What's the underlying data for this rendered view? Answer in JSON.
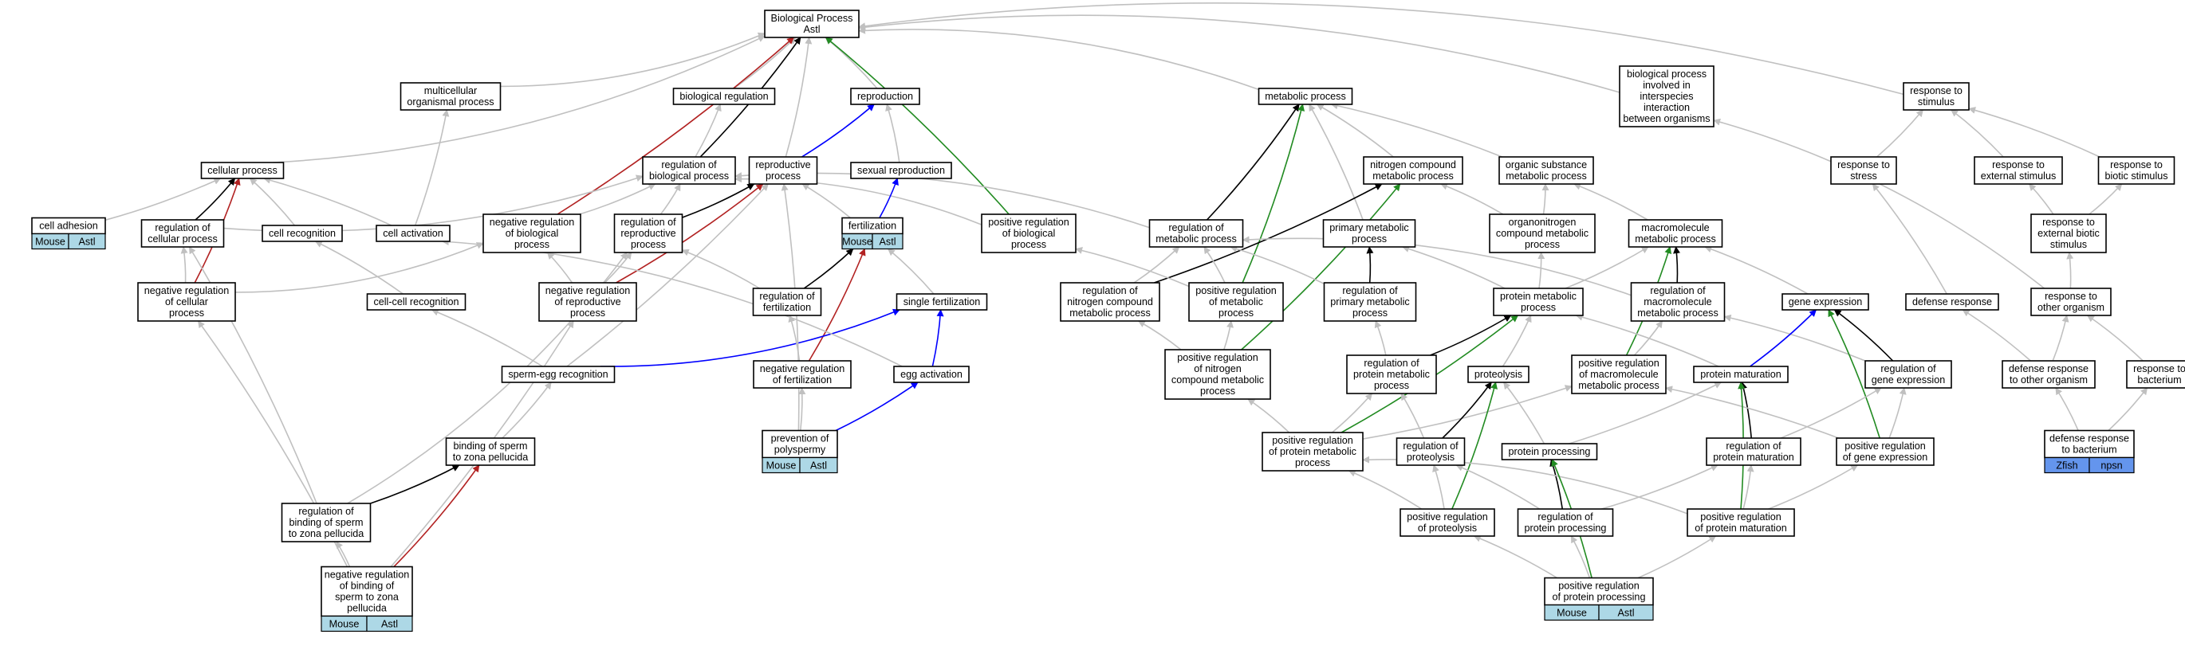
{
  "colors": {
    "gray": "#c0c0c0",
    "black": "#000000",
    "red": "#b22222",
    "green": "#228b22",
    "blue": "#0000ff",
    "chip_light": "#add8e6",
    "chip_dark": "#6495ed"
  },
  "nodes": [
    {
      "id": "bp",
      "lines": [
        "Biological Process",
        "Astl"
      ]
    },
    {
      "id": "multicellular",
      "lines": [
        "multicellular",
        "organismal process"
      ]
    },
    {
      "id": "bioreg",
      "lines": [
        "biological regulation"
      ]
    },
    {
      "id": "reproduction",
      "lines": [
        "reproduction"
      ]
    },
    {
      "id": "metabolic",
      "lines": [
        "metabolic process"
      ]
    },
    {
      "id": "interspecies",
      "lines": [
        "biological process",
        "involved in",
        "interspecies",
        "interaction",
        "between organisms"
      ]
    },
    {
      "id": "respstim",
      "lines": [
        "response to",
        "stimulus"
      ]
    },
    {
      "id": "cellular",
      "lines": [
        "cellular process"
      ]
    },
    {
      "id": "regbio",
      "lines": [
        "regulation of",
        "biological process"
      ]
    },
    {
      "id": "reproductive",
      "lines": [
        "reproductive",
        "process"
      ]
    },
    {
      "id": "sexual",
      "lines": [
        "sexual reproduction"
      ]
    },
    {
      "id": "nitrogen",
      "lines": [
        "nitrogen compound",
        "metabolic process"
      ]
    },
    {
      "id": "organic",
      "lines": [
        "organic substance",
        "metabolic process"
      ]
    },
    {
      "id": "respstress",
      "lines": [
        "response to",
        "stress"
      ]
    },
    {
      "id": "respext",
      "lines": [
        "response to",
        "external stimulus"
      ]
    },
    {
      "id": "respbiotic",
      "lines": [
        "response to",
        "biotic stimulus"
      ]
    },
    {
      "id": "celladhesion",
      "lines": [
        "cell adhesion"
      ],
      "chips": [
        "Mouse",
        "Astl"
      ]
    },
    {
      "id": "regcell",
      "lines": [
        "regulation of",
        "cellular process"
      ]
    },
    {
      "id": "cellrecog",
      "lines": [
        "cell recognition"
      ]
    },
    {
      "id": "cellact",
      "lines": [
        "cell activation"
      ]
    },
    {
      "id": "negregbio",
      "lines": [
        "negative regulation",
        "of biological",
        "process"
      ]
    },
    {
      "id": "regrepro",
      "lines": [
        "regulation of",
        "reproductive",
        "process"
      ]
    },
    {
      "id": "fertilization",
      "lines": [
        "fertilization"
      ],
      "chips": [
        "Mouse",
        "Astl"
      ]
    },
    {
      "id": "posregbio",
      "lines": [
        "positive regulation",
        "of biological",
        "process"
      ]
    },
    {
      "id": "regmeta",
      "lines": [
        "regulation of",
        "metabolic process"
      ]
    },
    {
      "id": "primary",
      "lines": [
        "primary metabolic",
        "process"
      ]
    },
    {
      "id": "organonitro",
      "lines": [
        "organonitrogen",
        "compound metabolic",
        "process"
      ]
    },
    {
      "id": "macro",
      "lines": [
        "macromolecule",
        "metabolic process"
      ]
    },
    {
      "id": "respextbiotic",
      "lines": [
        "response to",
        "external biotic",
        "stimulus"
      ]
    },
    {
      "id": "negregcell",
      "lines": [
        "negative regulation",
        "of cellular",
        "process"
      ]
    },
    {
      "id": "cellcell",
      "lines": [
        "cell-cell recognition"
      ]
    },
    {
      "id": "negregrepro",
      "lines": [
        "negative regulation",
        "of reproductive",
        "process"
      ]
    },
    {
      "id": "regfert",
      "lines": [
        "regulation of",
        "fertilization"
      ]
    },
    {
      "id": "singlefert",
      "lines": [
        "single fertilization"
      ]
    },
    {
      "id": "regnitro",
      "lines": [
        "regulation of",
        "nitrogen compound",
        "metabolic process"
      ]
    },
    {
      "id": "posregmeta",
      "lines": [
        "positive regulation",
        "of metabolic",
        "process"
      ]
    },
    {
      "id": "regprimary",
      "lines": [
        "regulation of",
        "primary metabolic",
        "process"
      ]
    },
    {
      "id": "proteinmeta",
      "lines": [
        "protein metabolic",
        "process"
      ]
    },
    {
      "id": "regmacro",
      "lines": [
        "regulation of",
        "macromolecule",
        "metabolic process"
      ]
    },
    {
      "id": "geneexpr",
      "lines": [
        "gene expression"
      ]
    },
    {
      "id": "defense",
      "lines": [
        "defense response"
      ]
    },
    {
      "id": "respother",
      "lines": [
        "response to",
        "other organism"
      ]
    },
    {
      "id": "spermegg",
      "lines": [
        "sperm-egg recognition"
      ]
    },
    {
      "id": "negregfert",
      "lines": [
        "negative regulation",
        "of fertilization"
      ]
    },
    {
      "id": "eggact",
      "lines": [
        "egg activation"
      ]
    },
    {
      "id": "posregnitro",
      "lines": [
        "positive regulation",
        "of nitrogen",
        "compound metabolic",
        "process"
      ]
    },
    {
      "id": "regprotmeta",
      "lines": [
        "regulation of",
        "protein metabolic",
        "process"
      ]
    },
    {
      "id": "proteolysis",
      "lines": [
        "proteolysis"
      ]
    },
    {
      "id": "posregmacro",
      "lines": [
        "positive regulation",
        "of macromolecule",
        "metabolic process"
      ]
    },
    {
      "id": "protmat",
      "lines": [
        "protein maturation"
      ]
    },
    {
      "id": "reggene",
      "lines": [
        "regulation of",
        "gene expression"
      ]
    },
    {
      "id": "defother",
      "lines": [
        "defense response",
        "to other organism"
      ]
    },
    {
      "id": "respbact",
      "lines": [
        "response to",
        "bacterium"
      ]
    },
    {
      "id": "bindingsperm",
      "lines": [
        "binding of sperm",
        "to zona pellucida"
      ]
    },
    {
      "id": "prevpoly",
      "lines": [
        "prevention of",
        "polyspermy"
      ],
      "chips": [
        "Mouse",
        "Astl"
      ]
    },
    {
      "id": "posregprotmeta",
      "lines": [
        "positive regulation",
        "of protein metabolic",
        "process"
      ]
    },
    {
      "id": "regproteolysis",
      "lines": [
        "regulation of",
        "proteolysis"
      ]
    },
    {
      "id": "protproc",
      "lines": [
        "protein processing"
      ]
    },
    {
      "id": "regprotmat",
      "lines": [
        "regulation of",
        "protein maturation"
      ]
    },
    {
      "id": "posreggene",
      "lines": [
        "positive regulation",
        "of gene expression"
      ]
    },
    {
      "id": "defbact",
      "lines": [
        "defense response",
        "to bacterium"
      ],
      "chips": [
        "Zfish",
        "npsn"
      ],
      "chip_color": "dark"
    },
    {
      "id": "regbinding",
      "lines": [
        "regulation of",
        "binding of sperm",
        "to zona pellucida"
      ]
    },
    {
      "id": "posregproteolysis",
      "lines": [
        "positive regulation",
        "of proteolysis"
      ]
    },
    {
      "id": "regprotproc",
      "lines": [
        "regulation of",
        "protein processing"
      ]
    },
    {
      "id": "posregprotmat",
      "lines": [
        "positive regulation",
        "of protein maturation"
      ]
    },
    {
      "id": "negregbinding",
      "lines": [
        "negative regulation",
        "of binding of",
        "sperm to zona",
        "pellucida"
      ],
      "chips": [
        "Mouse",
        "Astl"
      ]
    },
    {
      "id": "posregprotproc",
      "lines": [
        "positive regulation",
        "of protein processing"
      ],
      "chips": [
        "Mouse",
        "Astl"
      ]
    }
  ],
  "edges": [
    {
      "from": "multicellular",
      "to": "bp",
      "color": "gray"
    },
    {
      "from": "bioreg",
      "to": "bp",
      "color": "gray"
    },
    {
      "from": "reproduction",
      "to": "bp",
      "color": "gray"
    },
    {
      "from": "metabolic",
      "to": "bp",
      "color": "gray"
    },
    {
      "from": "interspecies",
      "to": "bp",
      "color": "gray"
    },
    {
      "from": "respstim",
      "to": "bp",
      "color": "gray"
    },
    {
      "from": "cellular",
      "to": "bp",
      "color": "gray"
    },
    {
      "from": "regbio",
      "to": "bp",
      "color": "black"
    },
    {
      "from": "reproductive",
      "to": "bp",
      "color": "gray"
    },
    {
      "from": "negregbio",
      "to": "bp",
      "color": "red"
    },
    {
      "from": "posregbio",
      "to": "bp",
      "color": "green"
    },
    {
      "from": "regbio",
      "to": "bioreg",
      "color": "gray"
    },
    {
      "from": "sexual",
      "to": "reproduction",
      "color": "gray"
    },
    {
      "from": "reproductive",
      "to": "reproduction",
      "color": "blue"
    },
    {
      "from": "nitrogen",
      "to": "metabolic",
      "color": "gray"
    },
    {
      "from": "organic",
      "to": "metabolic",
      "color": "gray"
    },
    {
      "from": "primary",
      "to": "metabolic",
      "color": "gray"
    },
    {
      "from": "regmeta",
      "to": "metabolic",
      "color": "black"
    },
    {
      "from": "posregmeta",
      "to": "metabolic",
      "color": "green"
    },
    {
      "from": "respstress",
      "to": "respstim",
      "color": "gray"
    },
    {
      "from": "respext",
      "to": "respstim",
      "color": "gray"
    },
    {
      "from": "respbiotic",
      "to": "respstim",
      "color": "gray"
    },
    {
      "from": "respother",
      "to": "interspecies",
      "color": "gray"
    },
    {
      "from": "celladhesion",
      "to": "cellular",
      "color": "gray"
    },
    {
      "from": "regcell",
      "to": "cellular",
      "color": "black"
    },
    {
      "from": "cellrecog",
      "to": "cellular",
      "color": "gray"
    },
    {
      "from": "cellact",
      "to": "cellular",
      "color": "gray"
    },
    {
      "from": "negregcell",
      "to": "cellular",
      "color": "red"
    },
    {
      "from": "cellact",
      "to": "multicellular",
      "color": "gray"
    },
    {
      "from": "regcell",
      "to": "regbio",
      "color": "gray"
    },
    {
      "from": "negregbio",
      "to": "regbio",
      "color": "gray"
    },
    {
      "from": "regrepro",
      "to": "regbio",
      "color": "gray"
    },
    {
      "from": "posregbio",
      "to": "regbio",
      "color": "gray"
    },
    {
      "from": "regmeta",
      "to": "regbio",
      "color": "gray"
    },
    {
      "from": "regrepro",
      "to": "reproductive",
      "color": "black"
    },
    {
      "from": "fertilization",
      "to": "reproductive",
      "color": "gray"
    },
    {
      "from": "negregrepro",
      "to": "reproductive",
      "color": "red"
    },
    {
      "from": "spermegg",
      "to": "reproductive",
      "color": "gray"
    },
    {
      "from": "fertilization",
      "to": "sexual",
      "color": "blue"
    },
    {
      "from": "regfert",
      "to": "fertilization",
      "color": "black"
    },
    {
      "from": "negregfert",
      "to": "fertilization",
      "color": "red"
    },
    {
      "from": "singlefert",
      "to": "fertilization",
      "color": "gray"
    },
    {
      "from": "regnitro",
      "to": "nitrogen",
      "color": "black"
    },
    {
      "from": "organonitro",
      "to": "nitrogen",
      "color": "gray"
    },
    {
      "from": "posregnitro",
      "to": "nitrogen",
      "color": "green"
    },
    {
      "from": "organonitro",
      "to": "organic",
      "color": "gray"
    },
    {
      "from": "macro",
      "to": "organic",
      "color": "gray"
    },
    {
      "from": "defense",
      "to": "respstress",
      "color": "gray"
    },
    {
      "from": "respextbiotic",
      "to": "respext",
      "color": "gray"
    },
    {
      "from": "respextbiotic",
      "to": "respbiotic",
      "color": "gray"
    },
    {
      "from": "respother",
      "to": "respextbiotic",
      "color": "gray"
    },
    {
      "from": "regprimary",
      "to": "primary",
      "color": "black"
    },
    {
      "from": "proteinmeta",
      "to": "primary",
      "color": "gray"
    },
    {
      "from": "proteinmeta",
      "to": "organonitro",
      "color": "gray"
    },
    {
      "from": "regmacro",
      "to": "macro",
      "color": "black"
    },
    {
      "from": "proteinmeta",
      "to": "macro",
      "color": "gray"
    },
    {
      "from": "geneexpr",
      "to": "macro",
      "color": "gray"
    },
    {
      "from": "posregmacro",
      "to": "macro",
      "color": "green"
    },
    {
      "from": "negregcell",
      "to": "regcell",
      "color": "gray"
    },
    {
      "from": "negregcell",
      "to": "negregbio",
      "color": "gray"
    },
    {
      "from": "cellcell",
      "to": "cellrecog",
      "color": "gray"
    },
    {
      "from": "negregrepro",
      "to": "negregbio",
      "color": "gray"
    },
    {
      "from": "negregrepro",
      "to": "regrepro",
      "color": "gray"
    },
    {
      "from": "regfert",
      "to": "regrepro",
      "color": "gray"
    },
    {
      "from": "regnitro",
      "to": "regmeta",
      "color": "gray"
    },
    {
      "from": "posregmeta",
      "to": "regmeta",
      "color": "gray"
    },
    {
      "from": "regprimary",
      "to": "regmeta",
      "color": "gray"
    },
    {
      "from": "regmacro",
      "to": "regmeta",
      "color": "gray"
    },
    {
      "from": "posregmeta",
      "to": "posregbio",
      "color": "gray"
    },
    {
      "from": "spermegg",
      "to": "cellcell",
      "color": "gray"
    },
    {
      "from": "spermegg",
      "to": "singlefert",
      "color": "blue"
    },
    {
      "from": "negregfert",
      "to": "regfert",
      "color": "gray"
    },
    {
      "from": "eggact",
      "to": "singlefert",
      "color": "blue"
    },
    {
      "from": "eggact",
      "to": "cellact",
      "color": "gray"
    },
    {
      "from": "posregnitro",
      "to": "regnitro",
      "color": "gray"
    },
    {
      "from": "posregnitro",
      "to": "posregmeta",
      "color": "gray"
    },
    {
      "from": "regprotmeta",
      "to": "proteinmeta",
      "color": "black"
    },
    {
      "from": "regprotmeta",
      "to": "regprimary",
      "color": "gray"
    },
    {
      "from": "proteolysis",
      "to": "proteinmeta",
      "color": "gray"
    },
    {
      "from": "posregmacro",
      "to": "regmacro",
      "color": "gray"
    },
    {
      "from": "reggene",
      "to": "regmacro",
      "color": "gray"
    },
    {
      "from": "protmat",
      "to": "proteinmeta",
      "color": "gray"
    },
    {
      "from": "protmat",
      "to": "geneexpr",
      "color": "blue"
    },
    {
      "from": "reggene",
      "to": "geneexpr",
      "color": "black"
    },
    {
      "from": "posreggene",
      "to": "geneexpr",
      "color": "green"
    },
    {
      "from": "defother",
      "to": "defense",
      "color": "gray"
    },
    {
      "from": "defother",
      "to": "respother",
      "color": "gray"
    },
    {
      "from": "respbact",
      "to": "respother",
      "color": "gray"
    },
    {
      "from": "bindingsperm",
      "to": "spermegg",
      "color": "gray"
    },
    {
      "from": "prevpoly",
      "to": "negregfert",
      "color": "gray"
    },
    {
      "from": "prevpoly",
      "to": "eggact",
      "color": "blue"
    },
    {
      "from": "prevpoly",
      "to": "reproductive",
      "color": "gray"
    },
    {
      "from": "posregprotmeta",
      "to": "regprotmeta",
      "color": "gray"
    },
    {
      "from": "posregprotmeta",
      "to": "posregmacro",
      "color": "gray"
    },
    {
      "from": "posregprotmeta",
      "to": "posregnitro",
      "color": "gray"
    },
    {
      "from": "posregprotmeta",
      "to": "proteinmeta",
      "color": "green"
    },
    {
      "from": "regproteolysis",
      "to": "proteolysis",
      "color": "black"
    },
    {
      "from": "regproteolysis",
      "to": "regprotmeta",
      "color": "gray"
    },
    {
      "from": "protproc",
      "to": "proteolysis",
      "color": "gray"
    },
    {
      "from": "protproc",
      "to": "protmat",
      "color": "gray"
    },
    {
      "from": "regprotmat",
      "to": "protmat",
      "color": "black"
    },
    {
      "from": "regprotmat",
      "to": "reggene",
      "color": "gray"
    },
    {
      "from": "posreggene",
      "to": "reggene",
      "color": "gray"
    },
    {
      "from": "posreggene",
      "to": "posregmacro",
      "color": "gray"
    },
    {
      "from": "defbact",
      "to": "defother",
      "color": "gray"
    },
    {
      "from": "defbact",
      "to": "respbact",
      "color": "gray"
    },
    {
      "from": "regbinding",
      "to": "bindingsperm",
      "color": "black"
    },
    {
      "from": "regbinding",
      "to": "regcell",
      "color": "gray"
    },
    {
      "from": "regbinding",
      "to": "regrepro",
      "color": "gray"
    },
    {
      "from": "posregproteolysis",
      "to": "regproteolysis",
      "color": "gray"
    },
    {
      "from": "posregproteolysis",
      "to": "posregprotmeta",
      "color": "gray"
    },
    {
      "from": "posregproteolysis",
      "to": "proteolysis",
      "color": "green"
    },
    {
      "from": "regprotproc",
      "to": "protproc",
      "color": "black"
    },
    {
      "from": "regprotproc",
      "to": "regproteolysis",
      "color": "gray"
    },
    {
      "from": "regprotproc",
      "to": "regprotmat",
      "color": "gray"
    },
    {
      "from": "posregprotmat",
      "to": "regprotmat",
      "color": "gray"
    },
    {
      "from": "posregprotmat",
      "to": "posreggene",
      "color": "gray"
    },
    {
      "from": "posregprotmat",
      "to": "posregprotmeta",
      "color": "gray"
    },
    {
      "from": "posregprotmat",
      "to": "protmat",
      "color": "green"
    },
    {
      "from": "negregbinding",
      "to": "regbinding",
      "color": "gray"
    },
    {
      "from": "negregbinding",
      "to": "bindingsperm",
      "color": "red"
    },
    {
      "from": "negregbinding",
      "to": "negregcell",
      "color": "gray"
    },
    {
      "from": "negregbinding",
      "to": "negregrepro",
      "color": "gray"
    },
    {
      "from": "posregprotproc",
      "to": "regprotproc",
      "color": "gray"
    },
    {
      "from": "posregprotproc",
      "to": "posregproteolysis",
      "color": "gray"
    },
    {
      "from": "posregprotproc",
      "to": "posregprotmat",
      "color": "gray"
    },
    {
      "from": "posregprotproc",
      "to": "protproc",
      "color": "green"
    }
  ]
}
